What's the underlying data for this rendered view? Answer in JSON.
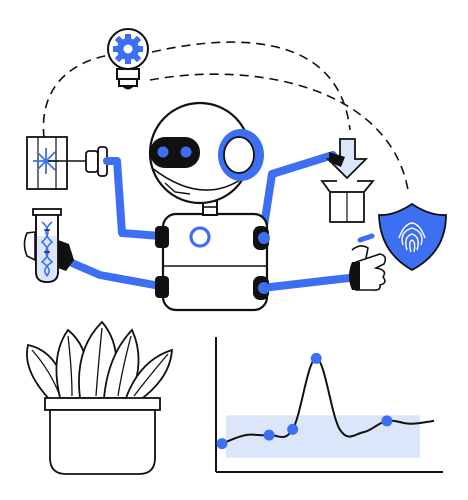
{
  "palette": {
    "accent": "#3d6ff3",
    "accent_light": "#dce6fb",
    "ink": "#111111",
    "paper": "#ffffff"
  },
  "icons": [
    "lightbulb-gear-icon",
    "laser-beam-icon",
    "test-tube-dna-icon",
    "robot-head-icon",
    "robot-body-icon",
    "download-box-icon",
    "shield-fingerprint-icon",
    "potted-plant-icon",
    "line-chart-icon"
  ],
  "chart_data": {
    "type": "line",
    "x": [
      1,
      2,
      3,
      4,
      5,
      6,
      7,
      8,
      9,
      10
    ],
    "values": [
      2.0,
      2.6,
      2.6,
      3.0,
      8.0,
      3.0,
      2.8,
      3.6,
      3.4,
      3.6
    ],
    "markers_at": [
      1,
      3,
      4,
      5,
      8
    ],
    "band": [
      1.0,
      4.0
    ],
    "ylim": [
      0,
      10
    ],
    "title": "",
    "xlabel": "",
    "ylabel": ""
  }
}
